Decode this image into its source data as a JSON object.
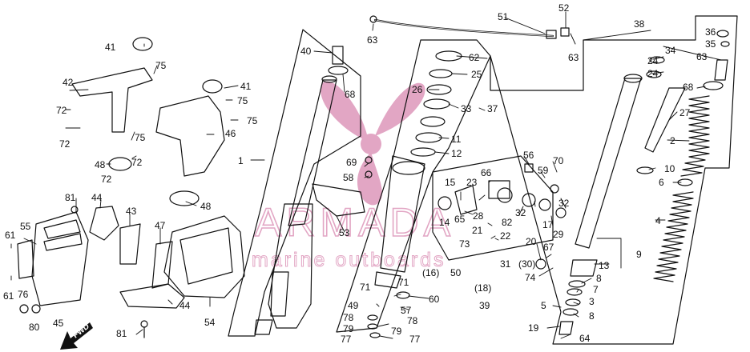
{
  "watermark": {
    "brand": "ARMADA",
    "tagline": "marine outboards",
    "color": "#e2a6c4"
  },
  "labels": {
    "l1": "1",
    "l2": "2",
    "l3": "3",
    "l4": "4",
    "l5": "5",
    "l6": "6",
    "l7": "7",
    "l8a": "8",
    "l8b": "8",
    "l9": "9",
    "l10": "10",
    "l11": "11",
    "l12": "12",
    "l13": "13",
    "l14": "14",
    "l15": "15",
    "l16": "(16)",
    "l17": "17",
    "l18": "(18)",
    "l19": "19",
    "l20": "20",
    "l21": "21",
    "l22": "22",
    "l23": "23",
    "l24a": "24",
    "l24b": "24",
    "l25": "25",
    "l26": "26",
    "l27": "27",
    "l28": "28",
    "l29": "29",
    "l30": "(30)",
    "l31": "31",
    "l32a": "32",
    "l32b": "32",
    "l33": "33",
    "l34": "34",
    "l35": "35",
    "l36": "36",
    "l37": "37",
    "l38": "38",
    "l39": "39",
    "l40": "40",
    "l41a": "41",
    "l41b": "41",
    "l42": "42",
    "l43": "43",
    "l44a": "44",
    "l44b": "44",
    "l45": "45",
    "l46": "46",
    "l47": "47",
    "l48a": "48",
    "l48b": "48",
    "l49": "49",
    "l50": "50",
    "l51": "51",
    "l52": "52",
    "l53": "53",
    "l54": "54",
    "l55": "55",
    "l56": "56",
    "l57": "57",
    "l58": "58",
    "l59": "59",
    "l60": "60",
    "l61a": "61",
    "l61b": "61",
    "l62": "62",
    "l63a": "63",
    "l63b": "63",
    "l63c": "63",
    "l64": "64",
    "l65": "65",
    "l66": "66",
    "l67": "67",
    "l68a": "68",
    "l68b": "68",
    "l69": "69",
    "l70": "70",
    "l71a": "71",
    "l71b": "71",
    "l72a": "72",
    "l72b": "72",
    "l72c": "72",
    "l72d": "72",
    "l73": "73",
    "l74": "74",
    "l75a": "75",
    "l75b": "75",
    "l75c": "75",
    "l75d": "75",
    "l76": "76",
    "l77a": "77",
    "l77b": "77",
    "l78a": "78",
    "l78b": "78",
    "l79a": "79",
    "l79b": "79",
    "l80": "80",
    "l81a": "81",
    "l81b": "81",
    "l82": "82",
    "fwd": "FWD"
  }
}
